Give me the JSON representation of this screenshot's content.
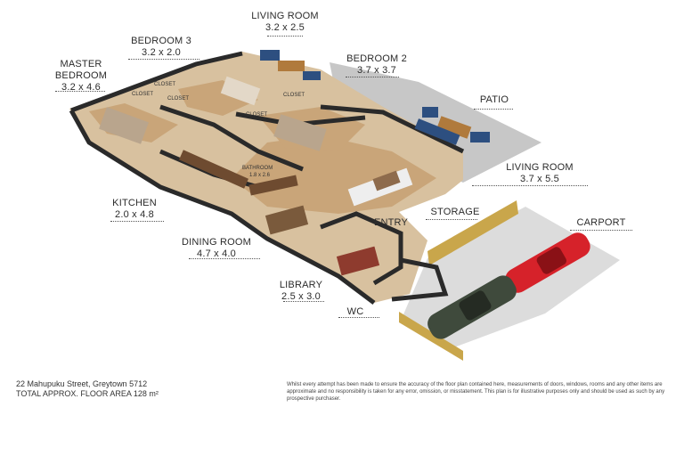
{
  "rooms": [
    {
      "name": "LIVING ROOM",
      "dims": "3.2 x 2.5"
    },
    {
      "name": "BEDROOM 3",
      "dims": "3.2 x 2.0"
    },
    {
      "name": "BEDROOM 2",
      "dims": "3.7 x 3.7"
    },
    {
      "name": "MASTER BEDROOM",
      "name1": "MASTER",
      "name2": "BEDROOM",
      "dims": "3.2 x 4.6"
    },
    {
      "name": "PATIO",
      "dims": ""
    },
    {
      "name": "LIVING ROOM",
      "dims": "3.7 x 5.5"
    },
    {
      "name": "KITCHEN",
      "dims": "2.0 x 4.8"
    },
    {
      "name": "ENTRY",
      "dims": ""
    },
    {
      "name": "STORAGE",
      "dims": ""
    },
    {
      "name": "CARPORT",
      "dims": ""
    },
    {
      "name": "DINING ROOM",
      "dims": "4.7 x 4.0"
    },
    {
      "name": "LIBRARY",
      "dims": "2.5 x 3.0"
    },
    {
      "name": "WC",
      "dims": ""
    }
  ],
  "inner_labels": [
    "CLOSET",
    "CLOSET",
    "CLOSET",
    "CLOSET",
    "CLOSET",
    "BATHROOM",
    "1.8 x 2.6"
  ],
  "address": "22 Mahupuku Street, Greytown 5712",
  "floor_area": "TOTAL APPROX. FLOOR AREA 128 m²",
  "disclaimer": "Whilst every attempt has been made to ensure the accuracy of the floor plan contained here, measurements of doors, windows, rooms and any other items are approximate and no responsibility is taken for any error, omission, or misstatement. This plan is for illustrative purposes only and should be used as such by any prospective purchaser.",
  "colors": {
    "floor_wood": "#c9a579",
    "wall": "#2a2a2a",
    "patio": "#c7c7c7",
    "carport": "#d9d9d9",
    "car_red": "#d6222a",
    "car_green": "#3f4a3c",
    "fence": "#c9a64b"
  }
}
